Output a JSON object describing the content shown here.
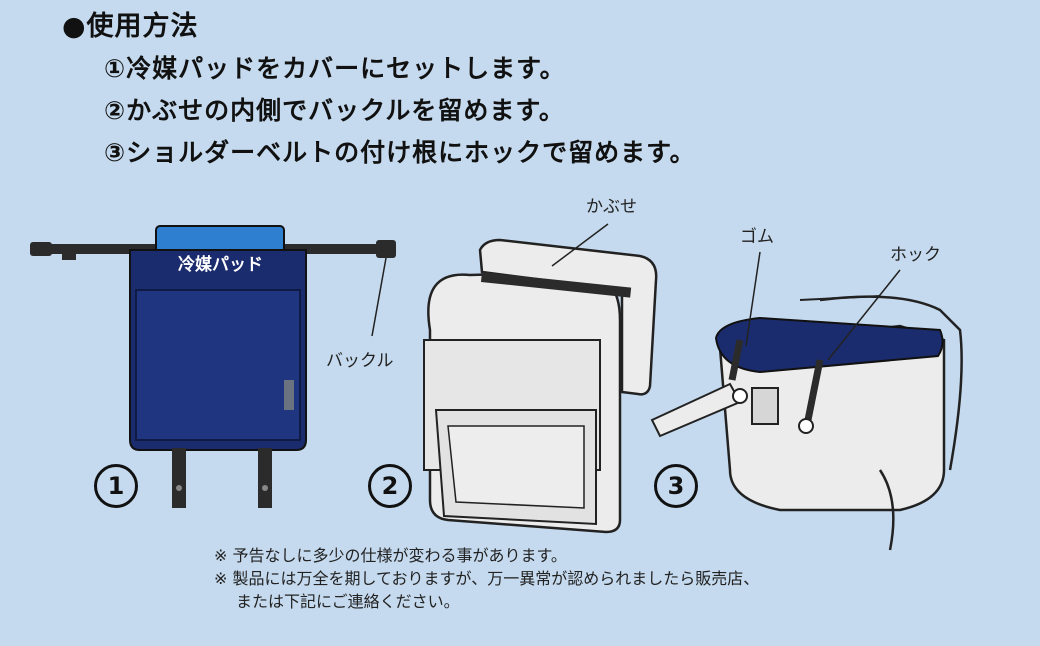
{
  "heading": "●使用方法",
  "steps": [
    "①冷媒パッドをカバーにセットします。",
    "②かぶせの内側でバックルを留めます。",
    "③ショルダーベルトの付け根にホックで留めます。"
  ],
  "figure1": {
    "number": "1",
    "pad_text": "冷媒パッド",
    "callout": "バックル"
  },
  "figure2": {
    "number": "2",
    "callout": "かぶせ"
  },
  "figure3": {
    "number": "3",
    "callout_rubber": "ゴム",
    "callout_hook": "ホック"
  },
  "notes": [
    "※ 予告なしに多少の仕様が変わる事があります。",
    "※ 製品には万全を期しておりますが、万一異常が認められましたら販売店、",
    "または下記にご連絡ください。"
  ],
  "colors": {
    "background": "#c5daee",
    "cover_navy": "#1b2c6e",
    "pad_blue": "#2e7fd0",
    "strap": "#2b2b2b"
  }
}
